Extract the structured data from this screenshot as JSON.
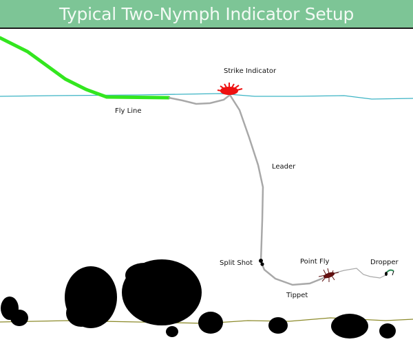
{
  "title": "Typical Two-Nymph Indicator Setup",
  "labels": {
    "strike_indicator": "Strike Indicator",
    "fly_line": "Fly Line",
    "leader": "Leader",
    "split_shot": "Split Shot",
    "point_fly": "Point Fly",
    "dropper": "Dropper",
    "tippet": "Tippet"
  },
  "colors": {
    "header": "#7dc596",
    "fly_line": "#33e61f",
    "water_surface": "#3bb3c4",
    "leader": "#a8a8a8",
    "indicator": "#ee1111",
    "riverbed": "#8c8a2a",
    "rocks": "#000000"
  }
}
